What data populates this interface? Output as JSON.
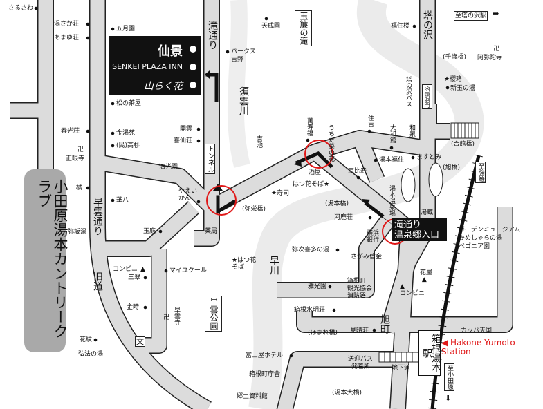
{
  "colors": {
    "road": "#dcdcdc",
    "river": "#ebebeb",
    "accent": "#e01818",
    "box": "#111111",
    "club": "#a9a9a9"
  },
  "inn": {
    "name_kanji": "仙景",
    "name_en": "SENKEI PLAZA INN",
    "name_sub": "山らく花"
  },
  "club": "小田原湯本カントリークラブ",
  "entrance": {
    "line1": "滝通り",
    "line2": "温泉郷入口"
  },
  "station": {
    "name": "箱根湯本駅",
    "english": "Hakone Yumoto Station"
  },
  "roads": {
    "taki": "滝通り",
    "soun": "早雲通り",
    "kyudo": "旧道",
    "tonosawa": "塔の沢",
    "asahi": "旭町",
    "tunnel": "トンネル",
    "domon": "函嶺洞門"
  },
  "rivers": {
    "sugumo": "須雲川",
    "haya": "早川"
  },
  "areas": {
    "tamadare": "玉簾の滝",
    "soun_park": "早雲公園"
  },
  "directions": {
    "tonosawa_st": "至塔の沢駅",
    "gora": "至強羅",
    "odawara": "至小田原"
  },
  "bridges": {
    "yasaka": "(弥栄橋)",
    "yumoto": "(湯本橋)",
    "homare": "(ほまれ橋)",
    "yumoto_ohashi": "(湯本大橋)",
    "chitose": "(千歳橋)",
    "asahi": "(旭橋)",
    "aikan": "(合館橋)"
  },
  "places": {
    "sarusawa": "さるさわ",
    "yusaka": "湯さか荘",
    "amayu": "あまゆ荘",
    "shunko": "春光荘",
    "shogenji": "正眼寺",
    "tachibana": "橘",
    "yasakayu": "弥坂湯",
    "kamon": "花紋",
    "kobo": "弘法の湯",
    "satsuki": "五月園",
    "matsu": "松の茶屋",
    "kinto": "金湯苑",
    "takasugi": "(民)高杉",
    "seiko": "清光園",
    "kahachi": "華八",
    "gyokutei": "玉庭",
    "konbini1": "コンビニ",
    "sansui": "三翠",
    "kintoki": "金時",
    "bun": "文",
    "myucool": "マイユクール",
    "sounji": "早雲寺",
    "kaiun": "開雲",
    "kisen": "喜仙荘",
    "yaeikan": "やえいかん",
    "yakkyoku": "薬局",
    "hatsuhana1": "はつ花そば",
    "parks": "パークス",
    "yoshino": "吉野",
    "tensei": "天成園",
    "yoshiike": "吉池",
    "manjufuku": "萬寿福",
    "uchida": "うちだ菜の花",
    "sumiyoshi": "住吉",
    "yamato": "大和館",
    "izumi": "和泉",
    "fukuzumi": "湯本福住",
    "masutomi": "ますとみ",
    "ebisu": "恵比寿",
    "sakaya": "酒屋",
    "hatsuhana2": "はつ花そば",
    "sushi": "寿司",
    "onsenba": "湯本温泉場",
    "kajika": "河鹿荘",
    "yokohama": "横浜銀行",
    "yukura": "湯蔵",
    "yajikita": "弥次喜多の湯",
    "sagami": "さがみ信金",
    "gako": "雅光園",
    "kanko1": "箱根町",
    "kanko2": "観光協会",
    "kanko3": "消防署",
    "suimei": "箱根水明荘",
    "miharashi": "見晴荘",
    "fujiya": "富士屋ホテル",
    "bus1": "送迎バス",
    "bus2": "発着所",
    "chikado": "地下道",
    "chosha": "箱根町庁舎",
    "kyodo": "郷土資料館",
    "konbini2": "コンビニ",
    "hanaya": "花屋",
    "garden1": "ガーデンミュージアム",
    "garden2": "ひめしゃらの湯",
    "garden3": "ベゴニア園",
    "kappa": "カッパ天国",
    "fukuzumiro": "福住楼",
    "amidaji": "阿弥陀寺",
    "yoraku": "櫻珞",
    "shintama": "新玉の湯",
    "tonosawa_bus": "塔の沢バス"
  }
}
